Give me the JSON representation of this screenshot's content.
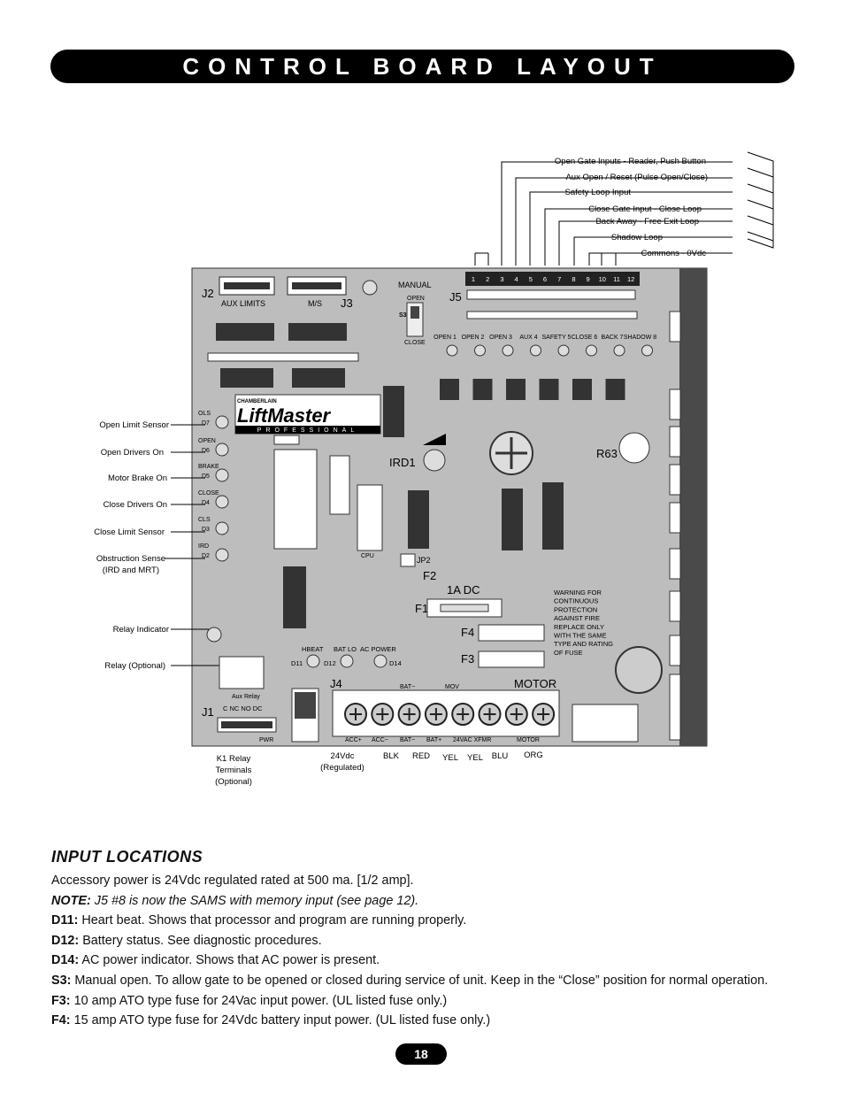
{
  "header": {
    "title": "CONTROL BOARD LAYOUT"
  },
  "callouts_right": [
    "Open Gate Inputs - Reader, Push Button",
    "Aux Open / Reset (Pulse Open/Close)",
    "Safety Loop Input",
    "Close Gate Input - Close Loop",
    "Back Away - Free Exit Loop",
    "Shadow Loop",
    "Commons - 0Vdc"
  ],
  "callouts_left": [
    "Open Limit Sensor",
    "Open Drivers On",
    "Motor Brake On",
    "Close Drivers On",
    "Close Limit Sensor",
    "Obstruction Sense",
    "(IRD and MRT)",
    "Relay Indicator",
    "Relay (Optional)"
  ],
  "bottom_labels": {
    "k1": [
      "K1 Relay",
      "Terminals",
      "(Optional)"
    ],
    "v24": [
      "24Vdc",
      "(Regulated)"
    ],
    "wires": [
      "BLK",
      "RED",
      "YEL",
      "YEL",
      "BLU",
      "ORG"
    ]
  },
  "board": {
    "brand_small": "CHAMBERLAIN",
    "brand": "LiftMaster",
    "brand_sub": "PROFESSIONAL",
    "j2": "J2",
    "aux_limits": "AUX LIMITS",
    "ms": "M/S",
    "j3": "J3",
    "manual": "MANUAL",
    "open": "OPEN",
    "close": "CLOSE",
    "s3": "S3",
    "j5": "J5",
    "j5_pins": [
      "1",
      "2",
      "3",
      "4",
      "5",
      "6",
      "7",
      "8",
      "9",
      "10",
      "11",
      "12"
    ],
    "j5_inputs": [
      "OPEN 1",
      "OPEN 2",
      "OPEN 3",
      "AUX 4",
      "SAFETY 5",
      "CLOSE 6",
      "BACK 7",
      "SHADOW 8"
    ],
    "ird1": "IRD1",
    "r63": "R63",
    "f2": "F2",
    "f1": "F1",
    "a1dc": "1A  DC",
    "f4": "F4",
    "f3": "F3",
    "j4": "J4",
    "motor": "MOTOR",
    "j1": "J1",
    "cpu": "CPU",
    "jp2": "JP2",
    "hbeat": "HBEAT",
    "bat_lo": "BAT LO",
    "ac_power": "AC POWER",
    "d11": "D11",
    "d12": "D12",
    "d14": "D14",
    "aux_relay": "Aux Relay",
    "relay_pins": "C  NC  NO  DC",
    "pwr": "PWR",
    "warning": [
      "WARNING FOR",
      "CONTINUOUS",
      "PROTECTION",
      "AGAINST FIRE",
      "REPLACE ONLY",
      "WITH THE SAME",
      "TYPE AND RATING",
      "OF FUSE"
    ],
    "j4_top": [
      "BAT−",
      "MOV"
    ],
    "j4_bottom": [
      "ACC+",
      "ACC−",
      "BAT−",
      "BAT+",
      "24VAC XFMR",
      "MOTOR"
    ],
    "leds_left": [
      "OLS",
      "D7",
      "OPEN",
      "D6",
      "BRAKE",
      "D5",
      "CLOSE",
      "D4",
      "CLS",
      "D3",
      "IRD",
      "D2"
    ]
  },
  "section": {
    "title": "INPUT LOCATIONS",
    "intro": "Accessory power is 24Vdc regulated rated at 500 ma. [1/2 amp].",
    "note_label": "NOTE:",
    "note_text": "J5 #8 is now the SAMS with memory input (see page 12).",
    "items": [
      {
        "key": "D11:",
        "text": "Heart beat. Shows that processor and program are running properly."
      },
      {
        "key": "D12:",
        "text": "Battery status. See diagnostic procedures."
      },
      {
        "key": "D14:",
        "text": "AC power indicator. Shows that AC power is present."
      },
      {
        "key": "S3:",
        "text": "Manual open. To allow gate to be opened or closed during service of unit. Keep in the “Close” position for normal operation."
      },
      {
        "key": "F3:",
        "text": "10 amp ATO type fuse for 24Vac input power. (UL listed fuse only.)"
      },
      {
        "key": "F4:",
        "text": "15 amp ATO type fuse for 24Vdc battery input power. (UL listed fuse only.)"
      }
    ]
  },
  "footer": {
    "page": "18"
  }
}
